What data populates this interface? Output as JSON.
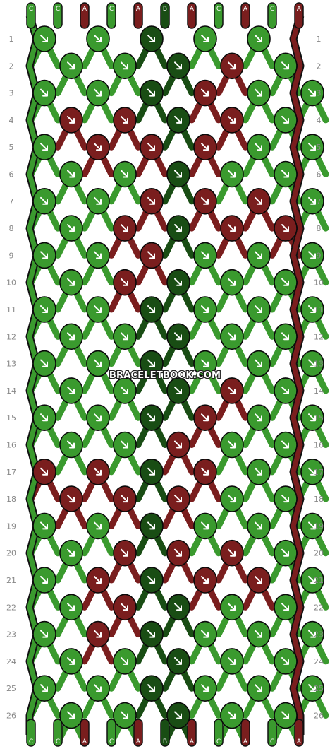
{
  "watermark": "BRACELETBOOK.COM",
  "colors": {
    "C": "#3a9a2e",
    "A": "#7a1e1e",
    "B": "#194d14"
  },
  "top_strings": [
    "C",
    "C",
    "A",
    "C",
    "A",
    "B",
    "A",
    "C",
    "A",
    "C",
    "A"
  ],
  "bottom_strings": [
    "C",
    "C",
    "A",
    "C",
    "A",
    "B",
    "A",
    "C",
    "A",
    "C",
    "A"
  ],
  "row_numbers": [
    "1",
    "2",
    "3",
    "4",
    "5",
    "6",
    "7",
    "8",
    "9",
    "10",
    "11",
    "12",
    "13",
    "14",
    "15",
    "16",
    "17",
    "18",
    "19",
    "20",
    "21",
    "22",
    "23",
    "24",
    "25",
    "26"
  ],
  "knot_rows": [
    [
      "C",
      "C",
      "B",
      "C",
      "C"
    ],
    [
      "C",
      "C",
      "B",
      "A",
      "C"
    ],
    [
      "C",
      "C",
      "B",
      "A",
      "C",
      "C"
    ],
    [
      "A",
      "A",
      "B",
      "A",
      "C"
    ],
    [
      "C",
      "A",
      "A",
      "A",
      "C",
      "C"
    ],
    [
      "C",
      "C",
      "B",
      "C",
      "C"
    ],
    [
      "C",
      "C",
      "A",
      "A",
      "A",
      "C"
    ],
    [
      "C",
      "A",
      "B",
      "A",
      "A"
    ],
    [
      "C",
      "C",
      "A",
      "C",
      "C",
      "C"
    ],
    [
      "C",
      "A",
      "B",
      "C",
      "C"
    ],
    [
      "C",
      "C",
      "B",
      "C",
      "C",
      "C"
    ],
    [
      "C",
      "C",
      "B",
      "C",
      "C"
    ],
    [
      "C",
      "C",
      "B",
      "C",
      "C",
      "C"
    ],
    [
      "C",
      "C",
      "B",
      "A",
      "C"
    ],
    [
      "C",
      "C",
      "B",
      "A",
      "C",
      "C"
    ],
    [
      "C",
      "C",
      "A",
      "C",
      "C"
    ],
    [
      "A",
      "A",
      "B",
      "A",
      "C",
      "C"
    ],
    [
      "A",
      "A",
      "A",
      "C",
      "C"
    ],
    [
      "C",
      "C",
      "B",
      "C",
      "C",
      "C"
    ],
    [
      "C",
      "A",
      "A",
      "A",
      "C"
    ],
    [
      "C",
      "A",
      "B",
      "A",
      "A",
      "C"
    ],
    [
      "C",
      "A",
      "B",
      "C",
      "C"
    ],
    [
      "C",
      "A",
      "B",
      "C",
      "C",
      "C"
    ],
    [
      "C",
      "C",
      "B",
      "C",
      "C"
    ],
    [
      "C",
      "C",
      "B",
      "C",
      "C",
      "C"
    ],
    [
      "C",
      "C",
      "B",
      "C",
      "C"
    ]
  ]
}
